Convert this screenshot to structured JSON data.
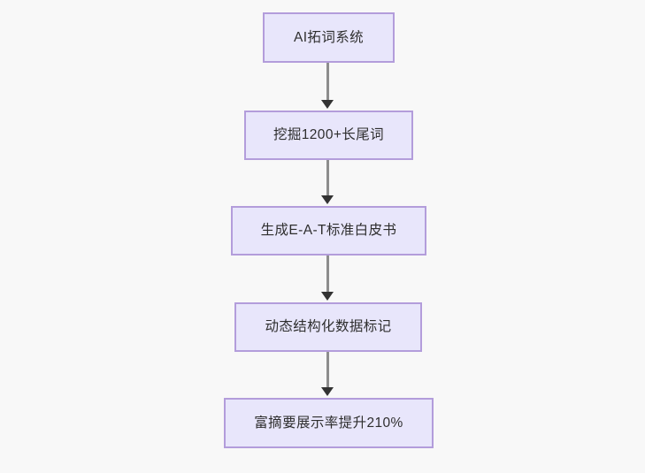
{
  "diagram": {
    "type": "flowchart",
    "orientation": "top-to-bottom",
    "background_color": "#f8f8f8",
    "node_fill_color": "#e8e6fb",
    "node_border_color": "#b39ddb",
    "node_text_color": "#2e2e2e",
    "connector_color": "#8d8d8d",
    "arrowhead_color": "#333333",
    "nodes": [
      {
        "id": "node-1",
        "label": "AI拓词系统"
      },
      {
        "id": "node-2",
        "label": "挖掘1200+长尾词"
      },
      {
        "id": "node-3",
        "label": "生成E-A-T标准白皮书"
      },
      {
        "id": "node-4",
        "label": "动态结构化数据标记"
      },
      {
        "id": "node-5",
        "label": "富摘要展示率提升210%"
      }
    ],
    "edges": [
      {
        "id": "edge-1",
        "from": "node-1",
        "to": "node-2"
      },
      {
        "id": "edge-2",
        "from": "node-2",
        "to": "node-3"
      },
      {
        "id": "edge-3",
        "from": "node-3",
        "to": "node-4"
      },
      {
        "id": "edge-4",
        "from": "node-4",
        "to": "node-5"
      }
    ]
  }
}
